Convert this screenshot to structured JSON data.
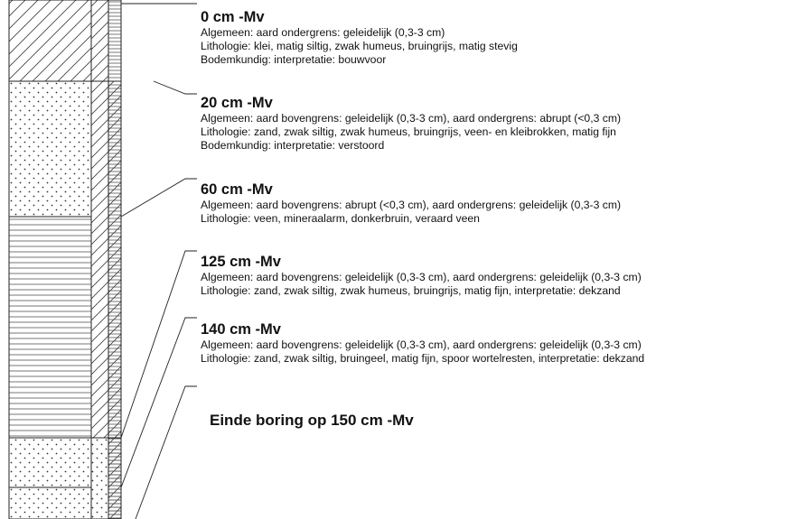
{
  "layers": [
    {
      "depth": "0 cm -Mv",
      "lines": [
        "Algemeen: aard ondergrens: geleidelijk (0,3-3 cm)",
        "Lithologie: klei, matig siltig, zwak humeus, bruingrijs, matig stevig",
        "Bodemkundig: interpretatie: bouwvoor"
      ]
    },
    {
      "depth": "20 cm -Mv",
      "lines": [
        "Algemeen: aard bovengrens: geleidelijk (0,3-3 cm), aard ondergrens: abrupt (<0,3 cm)",
        "Lithologie: zand, zwak siltig, zwak humeus, bruingrijs, veen- en kleibrokken, matig fijn",
        "Bodemkundig: interpretatie: verstoord"
      ]
    },
    {
      "depth": "60 cm -Mv",
      "lines": [
        "Algemeen: aard bovengrens: abrupt (<0,3 cm), aard ondergrens: geleidelijk (0,3-3 cm)",
        "Lithologie: veen, mineraalarm, donkerbruin, veraard veen"
      ]
    },
    {
      "depth": "125 cm -Mv",
      "lines": [
        "Algemeen: aard bovengrens: geleidelijk (0,3-3 cm), aard ondergrens: geleidelijk (0,3-3 cm)",
        "Lithologie: zand, zwak siltig, zwak humeus, bruingrijs, matig fijn, interpretatie: dekzand"
      ]
    },
    {
      "depth": "140 cm -Mv",
      "lines": [
        "Algemeen: aard bovengrens: geleidelijk (0,3-3 cm), aard ondergrens: geleidelijk (0,3-3 cm)",
        "Lithologie: zand, zwak siltig, bruingeel, matig fijn, spoor wortelresten, interpretatie: dekzand"
      ]
    }
  ],
  "end_label": "Einde boring op 150 cm -Mv"
}
